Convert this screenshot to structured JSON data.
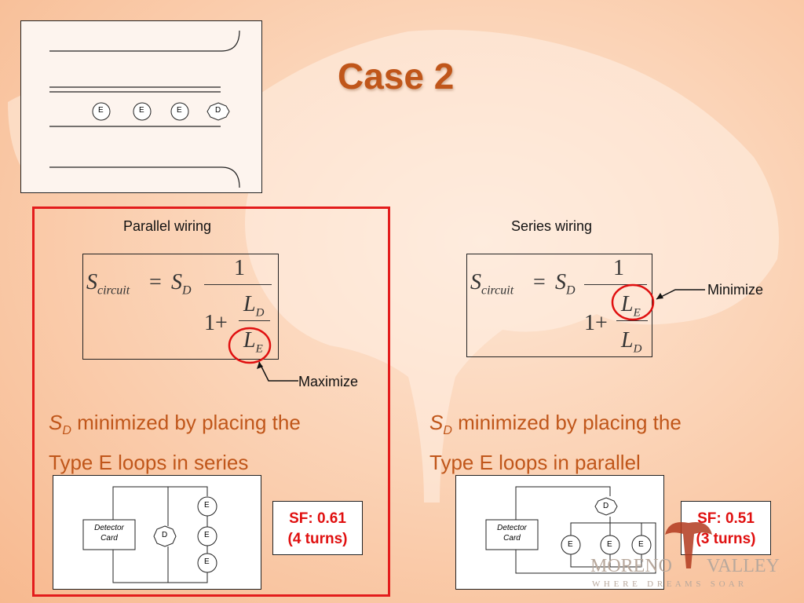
{
  "title": "Case 2",
  "diagram": {
    "top_labels": [
      "E",
      "E",
      "E",
      "D"
    ]
  },
  "left": {
    "heading": "Parallel wiring",
    "callout": "Maximize",
    "text_sub": "S",
    "text_subscript": "D",
    "text_line1": " minimized by placing the",
    "text_line2": "Type E loops in series",
    "detector_line1": "Detector",
    "detector_line2": "Card",
    "loop_labels": [
      "D",
      "E",
      "E",
      "E"
    ],
    "sf_line1": "SF: 0.61",
    "sf_line2": "(4 turns)"
  },
  "right": {
    "heading": "Series wiring",
    "callout": "Minimize",
    "text_sub": "S",
    "text_subscript": "D",
    "text_line1": " minimized by placing the",
    "text_line2": "Type E loops in parallel",
    "detector_line1": "Detector",
    "detector_line2": "Card",
    "loop_labels": [
      "D",
      "E",
      "E",
      "E"
    ],
    "sf_line1": "SF: 0.51",
    "sf_line2": "(3 turns)"
  },
  "logo": {
    "word1": "MORENO",
    "word2": "VALLEY",
    "tagline": "W H E R E   D R E A M S   S O A R"
  },
  "colors": {
    "accent": "#c0561a",
    "highlight_red": "#e01010"
  }
}
